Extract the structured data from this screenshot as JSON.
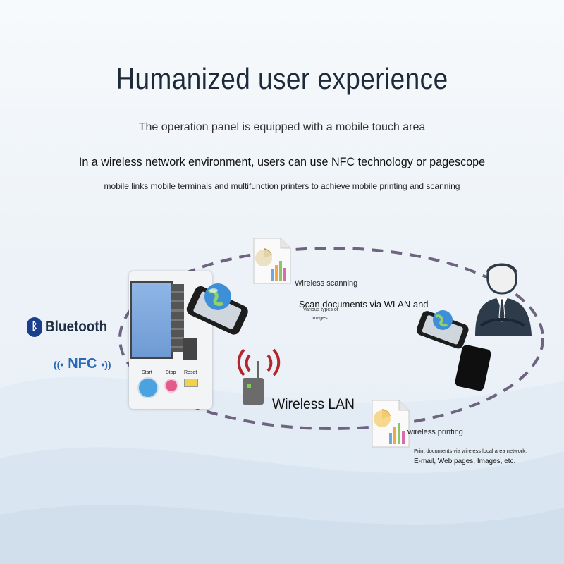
{
  "headline": {
    "title": "Humanized user experience",
    "line1": "The operation panel is equipped with a mobile touch area",
    "line2": "In a wireless network environment, users can use NFC technology or pagescope",
    "line3": "mobile links mobile terminals and multifunction printers to achieve mobile printing and scanning"
  },
  "badges": {
    "bluetooth": "Bluetooth",
    "nfc": "NFC"
  },
  "printer_panel": {
    "start": "Start",
    "stop": "Stop",
    "reset": "Reset"
  },
  "diagram": {
    "wireless_lan": "Wireless LAN",
    "scanning_title": "Wireless scanning",
    "scanning_desc": "Scan documents via WLAN and",
    "scanning_small1": "Various types of",
    "scanning_small2": "images",
    "printing_title": "wireless printing",
    "printing_desc1": "Print documents via wireless local area network,",
    "printing_desc2": "E-mail, Web pages, Images, etc."
  },
  "colors": {
    "title": "#1e2a3a",
    "bluetooth_blue": "#1b3f8f",
    "nfc_blue": "#2a6ab4",
    "dash_purple": "#6e6480",
    "wifi_red": "#b3262b"
  }
}
